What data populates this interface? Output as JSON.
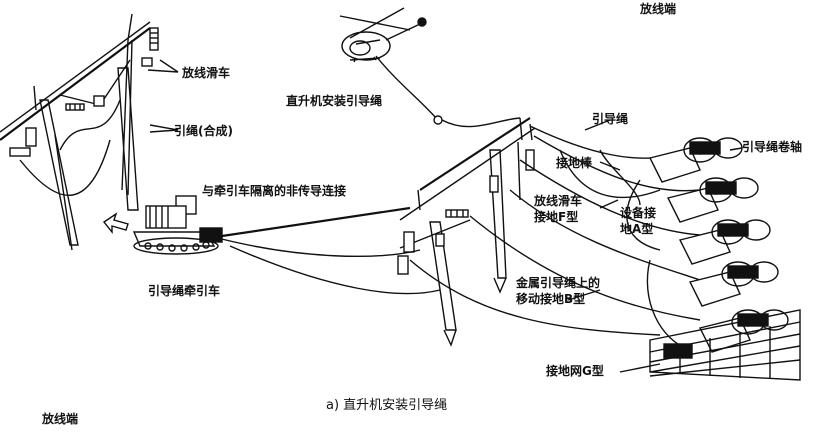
{
  "labels": {
    "top_right": "放线端",
    "bottom_left": "放线端",
    "pulley_left": "放线滑车",
    "rope_synthetic": "引绳(合成)",
    "helicopter_install": "直升机安装引导绳",
    "pilot_rope": "引导绳",
    "reel_axis": "引导绳卷轴",
    "ground_rod": "接地棒",
    "nonconductive_link": "与牵引车隔离的非传导连接",
    "pulley_ground_f_line1": "放线滑车",
    "pulley_ground_f_line2": "接地F型",
    "equip_ground_a_line1": "设备接",
    "equip_ground_a_line2": "地A型",
    "moving_ground_b_line1": "金属引导绳上的",
    "moving_ground_b_line2": "移动接地B型",
    "tractor": "引导绳牵引车",
    "ground_grid_g": "接地网G型",
    "caption": "a) 直升机安装引导绳"
  },
  "icons": [
    "helicopter-icon",
    "tractor-icon",
    "reel-icon",
    "tower-icon",
    "arrow-icon"
  ]
}
